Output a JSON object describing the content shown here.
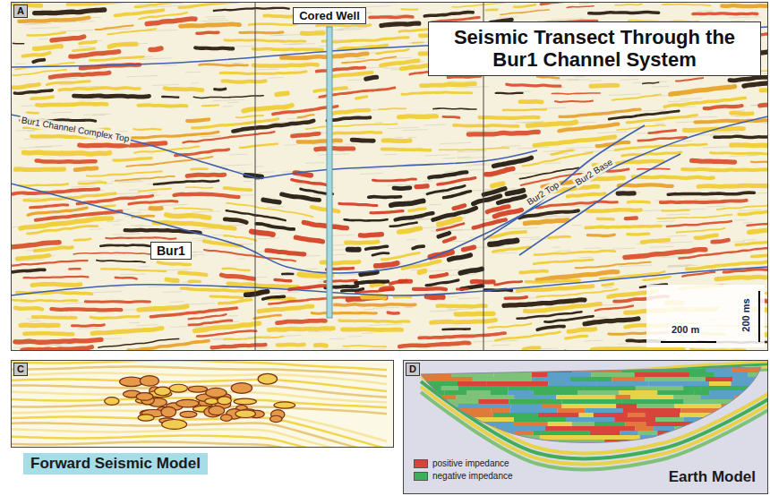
{
  "diagram": {
    "nodes": [
      {
        "text": [
          "A"
        ]
      },
      {
        "text": [
          "Cored Well"
        ],
        "in": 0
      },
      {
        "text": [
          "Seismic Transect Through the Bur1 Channel System"
        ],
        "in": 0
      },
      {
        "text": [
          "Bur1"
        ],
        "in": 0
      },
      {
        "text": [
          "C"
        ]
      },
      {
        "text": [
          "Forward Seismic Model"
        ]
      },
      {
        "text": [
          "D"
        ]
      },
      {
        "text": [
          "Earth Model"
        ],
        "in": 6
      }
    ],
    "labels": [
      "Bur1 Channel Complex Top",
      "Bur2 Top",
      "Bur2 Base",
      "200 m",
      "200 ms"
    ],
    "legend": [
      {
        "text": "positive impedance",
        "color": "#d9443a"
      },
      {
        "text": "negative impedance",
        "color": "#3fae5a"
      }
    ]
  }
}
